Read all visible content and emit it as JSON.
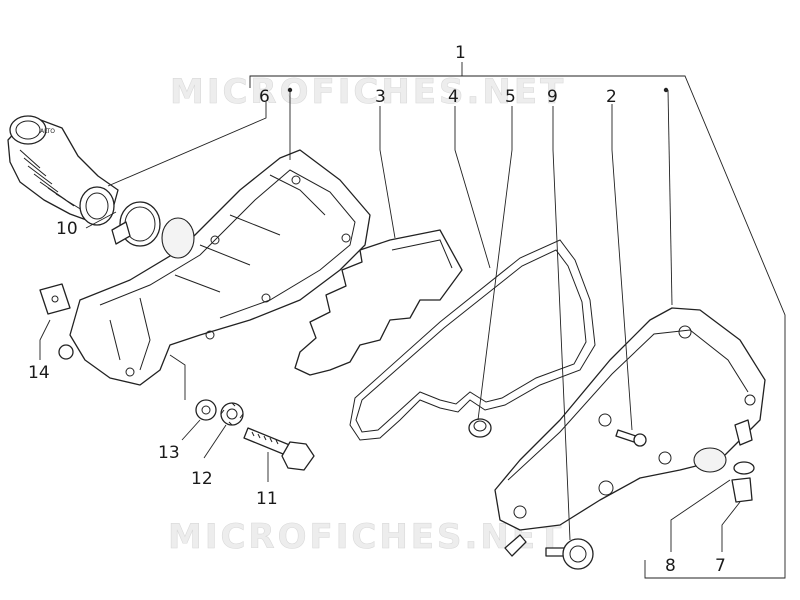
{
  "watermark": {
    "text_top": "MICROFICHES.NET",
    "text_bottom": "MICROFICHES.NET"
  },
  "diagram": {
    "callouts": [
      {
        "id": "c1",
        "label": "1"
      },
      {
        "id": "c2",
        "label": "2"
      },
      {
        "id": "c3",
        "label": "3"
      },
      {
        "id": "c4",
        "label": "4"
      },
      {
        "id": "c5",
        "label": "5"
      },
      {
        "id": "c6",
        "label": "6"
      },
      {
        "id": "c7",
        "label": "7"
      },
      {
        "id": "c8",
        "label": "8"
      },
      {
        "id": "c9",
        "label": "9"
      },
      {
        "id": "c10",
        "label": "10"
      },
      {
        "id": "c11",
        "label": "11"
      },
      {
        "id": "c12",
        "label": "12"
      },
      {
        "id": "c13",
        "label": "13"
      },
      {
        "id": "c14",
        "label": "14"
      }
    ]
  },
  "hose_marking": "ALTO"
}
